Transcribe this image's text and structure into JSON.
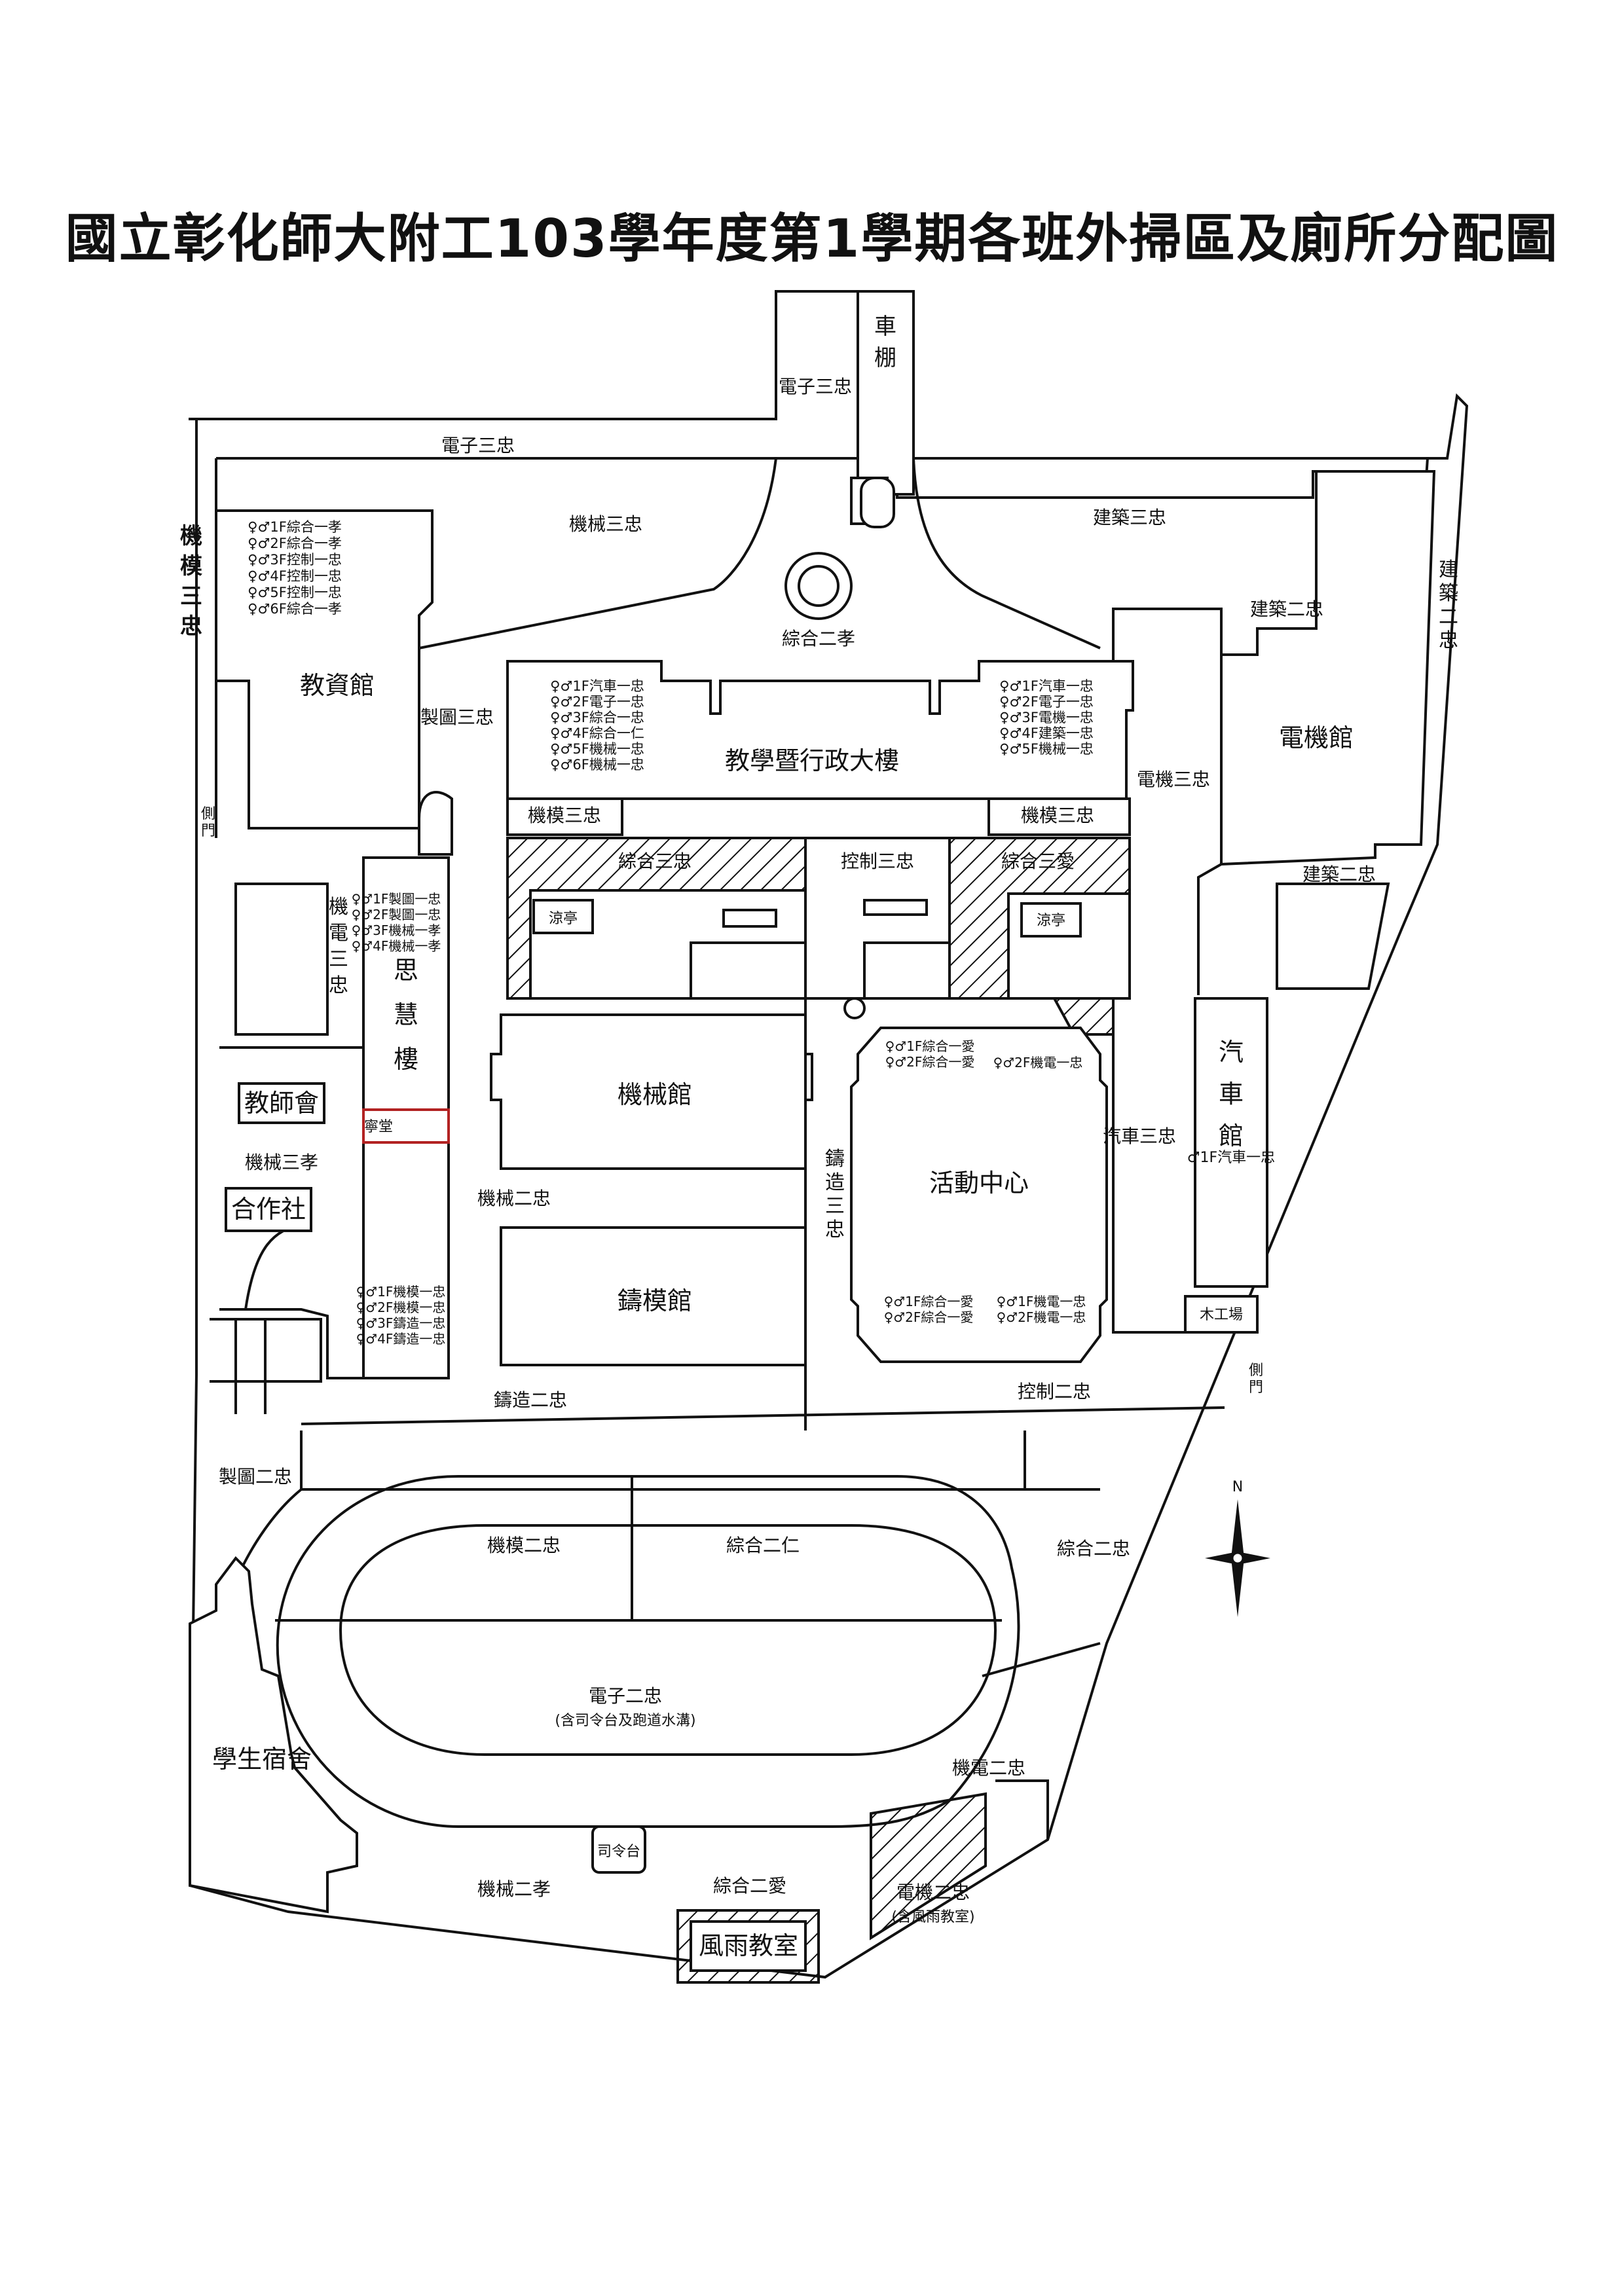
{
  "title": "國立彰化師大附工103學年度第1學期各班外掃區及廁所分配圖",
  "labels": {
    "dianzi_3zhong_left": "電子三忠",
    "dianzi_3zhong_top": "電子三忠",
    "chepeng": "車棚",
    "jixie_3zhong_top": "機械三忠",
    "jianzhu_3zhong": "建築三忠",
    "jimo_3zhong_left": "機模三忠",
    "zonghe_2xiao": "綜合二孝",
    "jianzhu_2zhong_a": "建築二忠",
    "jianzhu_2zhong_right": "建築二忠",
    "jianzhu_2zhong_b": "建築二忠",
    "jiaoziguan": "教資館",
    "zhitu_3zhong": "製圖三忠",
    "admin_building": "教學暨行政大樓",
    "dianjiguan": "電機館",
    "dianji_3zhong": "電機三忠",
    "jimo_3zhong_a": "機模三忠",
    "jimo_3zhong_b": "機模三忠",
    "side_gate_left": "側門",
    "zonghe_3zhong": "綜合三忠",
    "kongzhi_3zhong": "控制三忠",
    "zonghe_3ai": "綜合三愛",
    "pavilion_a": "涼亭",
    "pavilion_b": "涼亭",
    "jidian_3zhong": "機電三忠",
    "sihui_building": "思慧樓",
    "qichegua": "汽車館",
    "teachers_assoc": "教師會",
    "jixie_3xiao": "機械三孝",
    "co_op": "合作社",
    "jixieguan": "機械館",
    "zhuzao_3zhong": "鑄造三忠",
    "activity_center": "活動中心",
    "qiche_3zhong": "汽車三忠",
    "qiche_1zhong_note": "♂1F汽車一忠",
    "room_note": "寧堂",
    "jixie_2zhong": "機械二忠",
    "zhumoguan": "鑄模館",
    "workshop": "木工場",
    "zhuzao_2zhong": "鑄造二忠",
    "kongzhi_2zhong": "控制二忠",
    "side_gate_right": "側門",
    "zhitu_2zhong": "製圖二忠",
    "jimo_2zhong": "機模二忠",
    "zonghe_2ren": "綜合二仁",
    "zonghe_2zhong": "綜合二忠",
    "north": "N",
    "dianzi_2zhong": "電子二忠",
    "dianzi_2zhong_note": "(含司令台及跑道水溝)",
    "dormitory": "學生宿舍",
    "jidian_2zhong": "機電二忠",
    "podium": "司令台",
    "jixie_2xiao": "機械二孝",
    "zonghe_2ai": "綜合二愛",
    "dianji_2zhong": "電機二忠",
    "dianji_2zhong_note": "(含風雨教室)",
    "rain_classroom": "風雨教室"
  },
  "restroom_lists": {
    "jiaoziguan": [
      "♀♂1F綜合一孝",
      "♀♂2F綜合一孝",
      "♀♂3F控制一忠",
      "♀♂4F控制一忠",
      "♀♂5F控制一忠",
      "♀♂6F綜合一孝"
    ],
    "admin_left": [
      "♀♂1F汽車一忠",
      "♀♂2F電子一忠",
      "♀♂3F綜合一忠",
      "♀♂4F綜合一仁",
      "♀♂5F機械一忠",
      "♀♂6F機械一忠"
    ],
    "admin_right": [
      "♀♂1F汽車一忠",
      "♀♂2F電子一忠",
      "♀♂3F電機一忠",
      "♀♂4F建築一忠",
      "♀♂5F機械一忠"
    ],
    "sihui_top": [
      "♀♂1F製圖一忠",
      "♀♂2F製圖一忠",
      "♀♂3F機械一孝",
      "♀♂4F機械一孝"
    ],
    "sihui_bottom": [
      "♀♂1F機模一忠",
      "♀♂2F機模一忠",
      "♀♂3F鑄造一忠",
      "♀♂4F鑄造一忠"
    ],
    "activity_top_left": [
      "♀♂1F綜合一愛",
      "♀♂2F綜合一愛"
    ],
    "activity_top_right": [
      "♀♂2F機電一忠"
    ],
    "activity_bottom_left": [
      "♀♂1F綜合一愛",
      "♀♂2F綜合一愛"
    ],
    "activity_bottom_right": [
      "♀♂1F機電一忠",
      "♀♂2F機電一忠"
    ]
  }
}
